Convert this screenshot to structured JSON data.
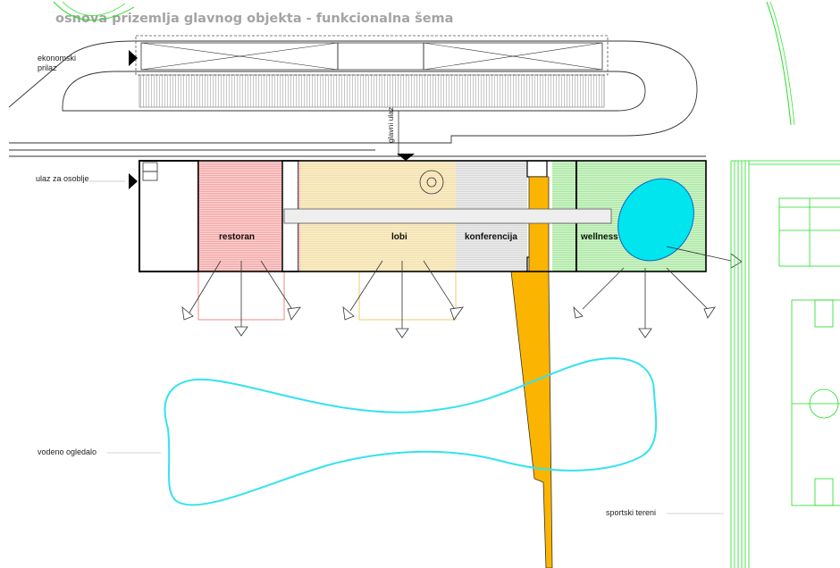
{
  "title": "osnova prizemlja glavnog objekta - funkcionalna šema",
  "labels": {
    "economic_entrance": [
      "ekonomski",
      "prilaz"
    ],
    "staff_entrance": "ulaz za osoblje",
    "main_entrance": "glavni ulaz",
    "water_mirror": "vodeno ogledalo",
    "sports_fields": "sportski tereni"
  },
  "rooms": {
    "restaurant": "restoran",
    "lobby": "lobi",
    "conference": "konferencija",
    "wellness": "wellness"
  },
  "colors": {
    "restaurant": "#f7b8b8",
    "lobby": "#f8e6b0",
    "conference": "#e3e3e3",
    "wellness": "#b8eeb0",
    "pool": "#00e5ee",
    "water_outline": "#33e3ee",
    "path": "#fbb400",
    "sports": "#22dd22",
    "title": "#a4a4a4"
  }
}
